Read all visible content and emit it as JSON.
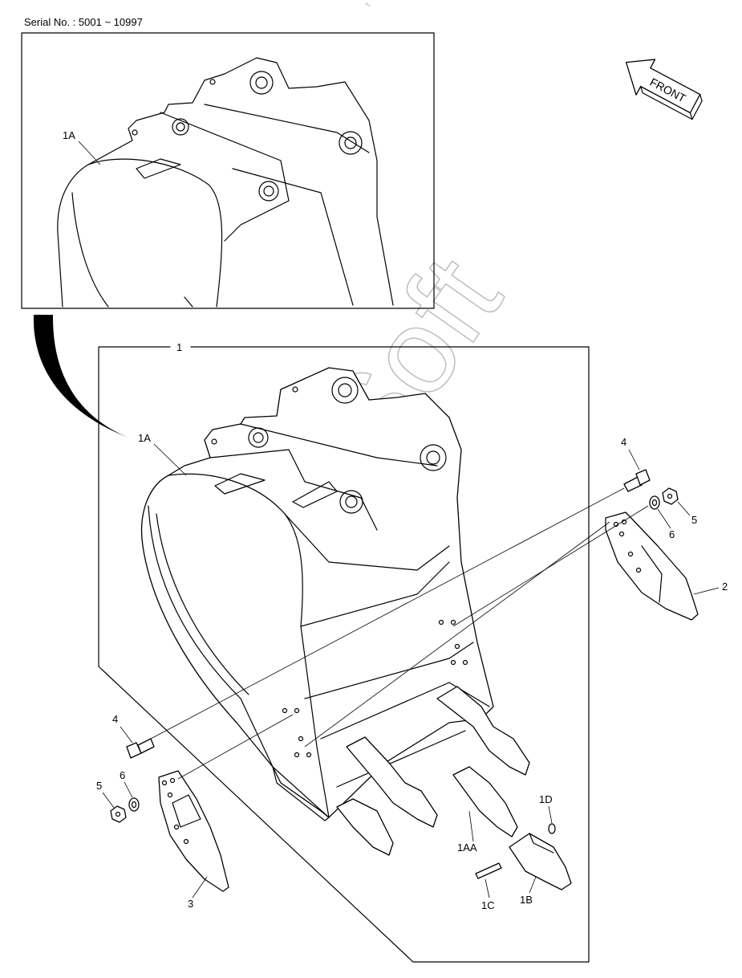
{
  "header": {
    "serial_label": "Serial No. : 5001 ~ 10997",
    "corner_mark": "⁰–"
  },
  "front_arrow": {
    "label": "FRONT"
  },
  "watermark": {
    "text": "AutoSoft"
  },
  "callouts": {
    "assembly": "1",
    "bucket_top": "1A",
    "bucket_main": "1A",
    "side_cutter_right": "2",
    "side_cutter_left": "3",
    "bolt_right": "4",
    "bolt_left": "4",
    "nut_right": "5",
    "nut_left": "5",
    "washer_right": "6",
    "washer_left": "6",
    "adapter": "1AA",
    "tooth": "1B",
    "pin": "1C",
    "lock": "1D"
  }
}
